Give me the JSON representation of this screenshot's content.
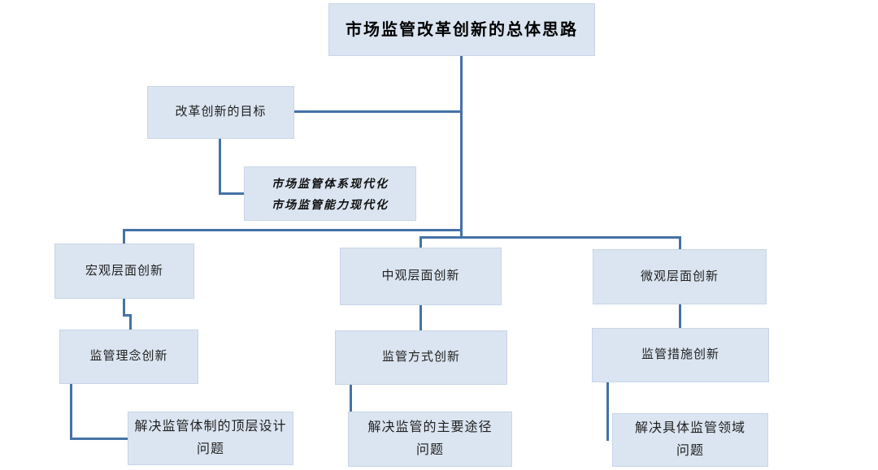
{
  "diagram": {
    "title": "市场监管改革创新的总体思路",
    "goal": {
      "label": "改革创新的目标",
      "details": [
        "市场监管体系现代化",
        "市场监管能力现代化"
      ]
    },
    "branches": [
      {
        "level_label": "宏观层面创新",
        "innovation_label": "监管理念创新",
        "problem_lines": [
          "解决监管体制的顶层设计",
          "问题"
        ]
      },
      {
        "level_label": "中观层面创新",
        "innovation_label": "监管方式创新",
        "problem_lines": [
          "解决监管的主要途径",
          "问题"
        ]
      },
      {
        "level_label": "微观层面创新",
        "innovation_label": "监管措施创新",
        "problem_lines": [
          "解决具体监管领域",
          "问题"
        ]
      }
    ],
    "colors": {
      "box_fill": "#dbe5f1",
      "box_border": "#c7d5e8",
      "connector": "#4472a7",
      "text": "#1f1f1f"
    }
  }
}
